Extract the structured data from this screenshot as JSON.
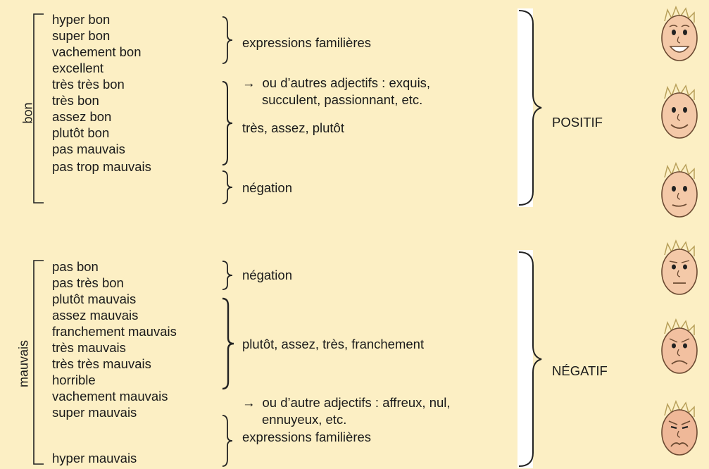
{
  "good": {
    "section_label": "bon",
    "words": [
      "hyper bon",
      "super bon",
      "vachement bon",
      "excellent",
      "très très bon",
      "très bon",
      "assez bon",
      "plutôt bon",
      "pas mauvais",
      "pas trop mauvais"
    ],
    "notes": {
      "familiar": "expressions familières",
      "other_adjectives_line1": "ou d’autres adjectifs : exquis,",
      "other_adjectives_line2": "succulent, passionnant, etc.",
      "adverbs": "très, assez, plutôt",
      "negation": "négation"
    },
    "verdict": "POSITIF"
  },
  "bad": {
    "section_label": "mauvais",
    "words": [
      "pas bon",
      "pas très bon",
      "plutôt mauvais",
      "assez mauvais",
      "franchement mauvais",
      "très mauvais",
      "très très mauvais",
      "horrible",
      "vachement mauvais",
      "super mauvais",
      "hyper mauvais"
    ],
    "notes": {
      "negation": "négation",
      "adverbs": "plutôt, assez, très, franchement",
      "other_adjectives_line1": "ou d’autre adjectifs : affreux, nul,",
      "other_adjectives_line2": "ennuyeux, etc.",
      "familiar": "expressions familières"
    },
    "verdict": "NÉGATIF"
  },
  "icons": [
    "arrow-right-icon",
    "face-icon"
  ],
  "colors": {
    "background": "#fcefc4",
    "panel": "#ffffff",
    "text": "#1a1a1a",
    "face_skin": "#f4c9a8"
  }
}
